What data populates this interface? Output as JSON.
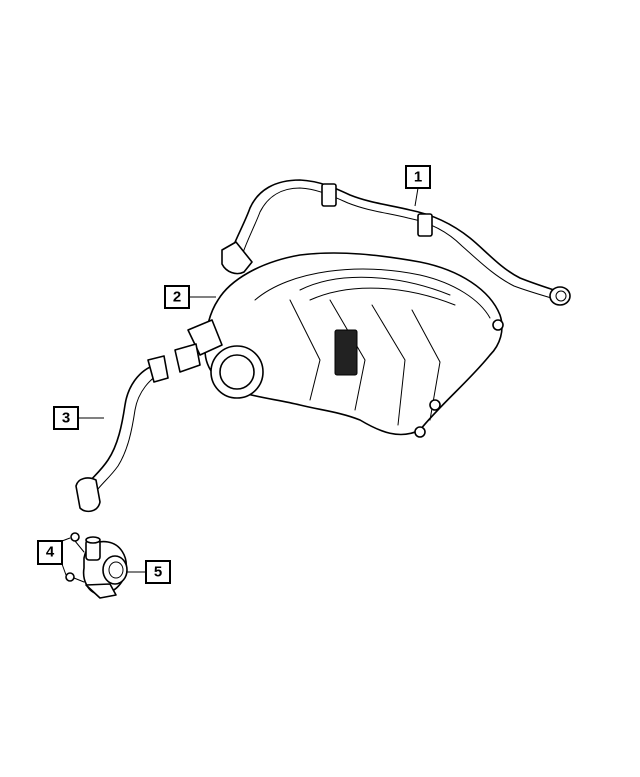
{
  "callouts": [
    {
      "number": "1",
      "part": "hose"
    },
    {
      "number": "2",
      "part": "intake-manifold"
    },
    {
      "number": "3",
      "part": "hose"
    },
    {
      "number": "4",
      "part": "screw"
    },
    {
      "number": "5",
      "part": "valve"
    }
  ],
  "colors": {
    "line": "#000000",
    "background": "#ffffff"
  }
}
